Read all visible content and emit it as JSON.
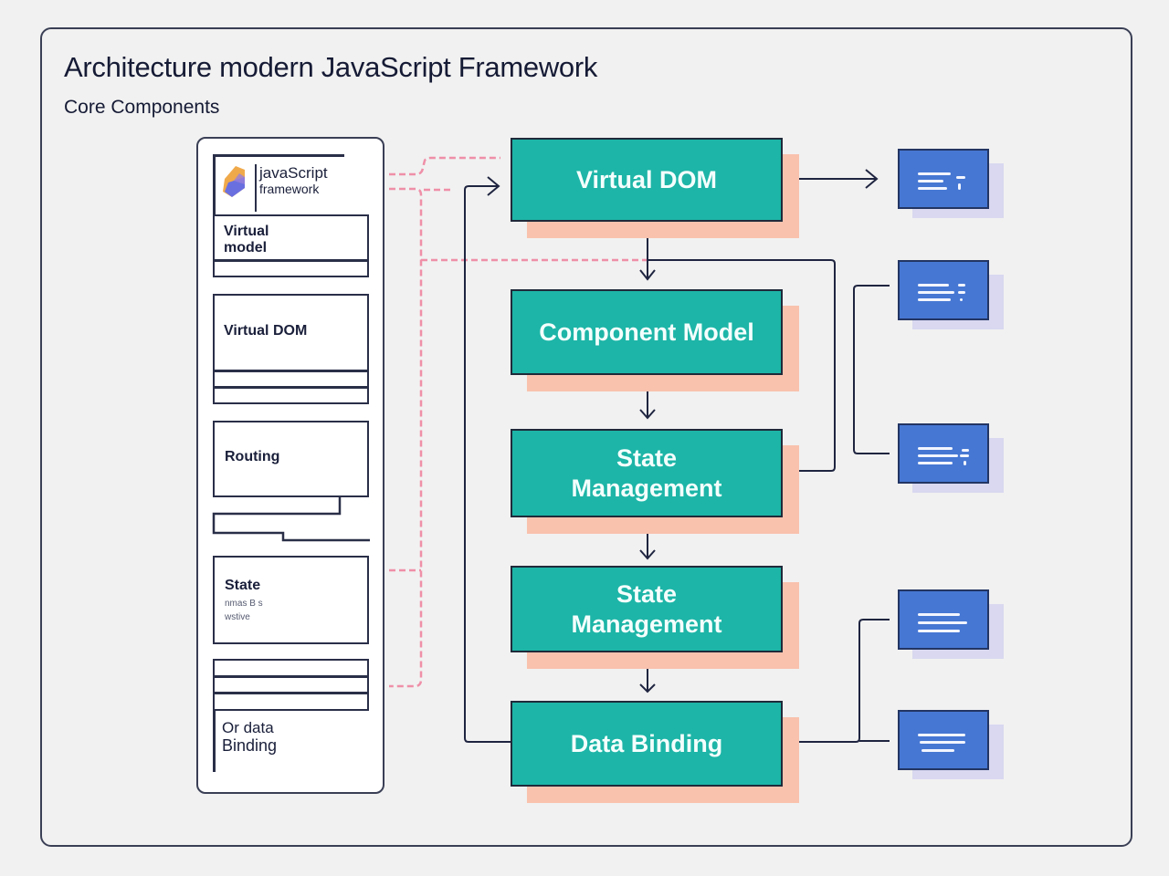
{
  "header": {
    "title": "Architecture modern JavaScript Framework",
    "subtitle": "Core Components"
  },
  "left_panel": {
    "logo_icon": "javascript-logo-icon",
    "logo_text_line1": "javaScript",
    "logo_text_line2": "framework",
    "items": [
      {
        "label_line1": "Virtual",
        "label_line2": "model"
      },
      {
        "label": "Virtual DOM"
      },
      {
        "label": "Routing"
      },
      {
        "label": "State",
        "sub_line1": "nmas B s",
        "sub_line2": "wstive"
      },
      {
        "label_line1": "Or data",
        "label_line2": "Binding"
      }
    ]
  },
  "flow": {
    "nodes": [
      {
        "label": "Virtual DOM"
      },
      {
        "label": "Component Model"
      },
      {
        "label": "State Management"
      },
      {
        "label": "State Management"
      },
      {
        "label": "Data Binding"
      }
    ]
  },
  "outputs": [
    {
      "icon": "document-icon"
    },
    {
      "icon": "document-icon"
    },
    {
      "icon": "document-icon"
    },
    {
      "icon": "document-icon"
    },
    {
      "icon": "document-icon"
    }
  ],
  "colors": {
    "node_fill": "#1db5a7",
    "node_shadow": "#f9c2ad",
    "doc_fill": "#4677d3",
    "doc_shadow": "#d9d8f0",
    "dashed_connector": "#ef8fa8",
    "line": "#2a2f48",
    "background": "#f1f1f1"
  }
}
